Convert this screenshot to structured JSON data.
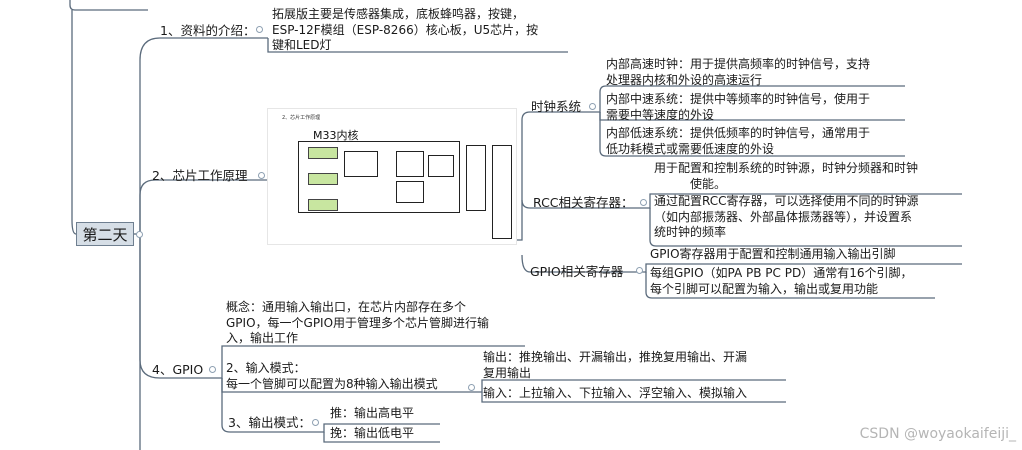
{
  "root": {
    "label": "第二天"
  },
  "branches": {
    "b1": {
      "label": "1、资料的介绍：",
      "leaf": [
        "拓展版主要是传感器集成，底板蜂鸣器，按键，",
        "ESP-12F模组（ESP-8266）核心板，U5芯片，按",
        "键和LED灯"
      ]
    },
    "b2": {
      "label": "2、芯片工作原理",
      "figure": {
        "title": "2、芯片工作原理",
        "core": "M33内核"
      },
      "clock": {
        "label": "时钟系统",
        "items": [
          [
            "内部高速时钟：用于提供高频率的时钟信号，支持",
            "处理器内核和外设的高速运行"
          ],
          [
            "内部中速系统：提供中等频率的时钟信号，使用于",
            "需要中等速度的外设"
          ],
          [
            "内部低速系统：提供低频率的时钟信号，通常用于",
            "低功耗模式或需要低速度的外设"
          ]
        ]
      },
      "rcc": {
        "label": "RCC相关寄存器：",
        "items": [
          [
            "用于配置和控制系统的时钟源，时钟分频器和时钟",
            "使能。"
          ],
          [
            "通过配置RCC寄存器，可以选择使用不同的时钟源",
            "（如内部振荡器、外部晶体振荡器等），并设置系",
            "统时钟的频率"
          ]
        ]
      },
      "gpio_reg": {
        "label": "GPIO相关寄存器",
        "items": [
          [
            "GPIO寄存器用于配置和控制通用输入输出引脚"
          ],
          [
            "每组GPIO（如PA PB PC PD）通常有16个引脚，",
            "每个引脚可以配置为输入，输出或复用功能"
          ]
        ]
      }
    },
    "b4": {
      "label": "4、GPIO",
      "concept": [
        "概念：通用输入输出口，在芯片内部存在多个",
        "GPIO，每一个GPIO用于管理多个芯片管脚进行输",
        "入，输出工作"
      ],
      "input": {
        "label": [
          "2、输入模式：",
          "每一个管脚可以配置为8种输入输出模式"
        ],
        "items": [
          [
            "输出：推挽输出、开漏输出，推挽复用输出、开漏",
            "复用输出"
          ],
          [
            "输入：上拉输入、下拉输入、浮空输入、模拟输入"
          ]
        ]
      },
      "output": {
        "label": "3、输出模式：",
        "items": [
          [
            "推：输出高电平"
          ],
          [
            "挽：输出低电平"
          ]
        ]
      }
    }
  },
  "watermark": "CSDN @woyaokaifeiji_"
}
